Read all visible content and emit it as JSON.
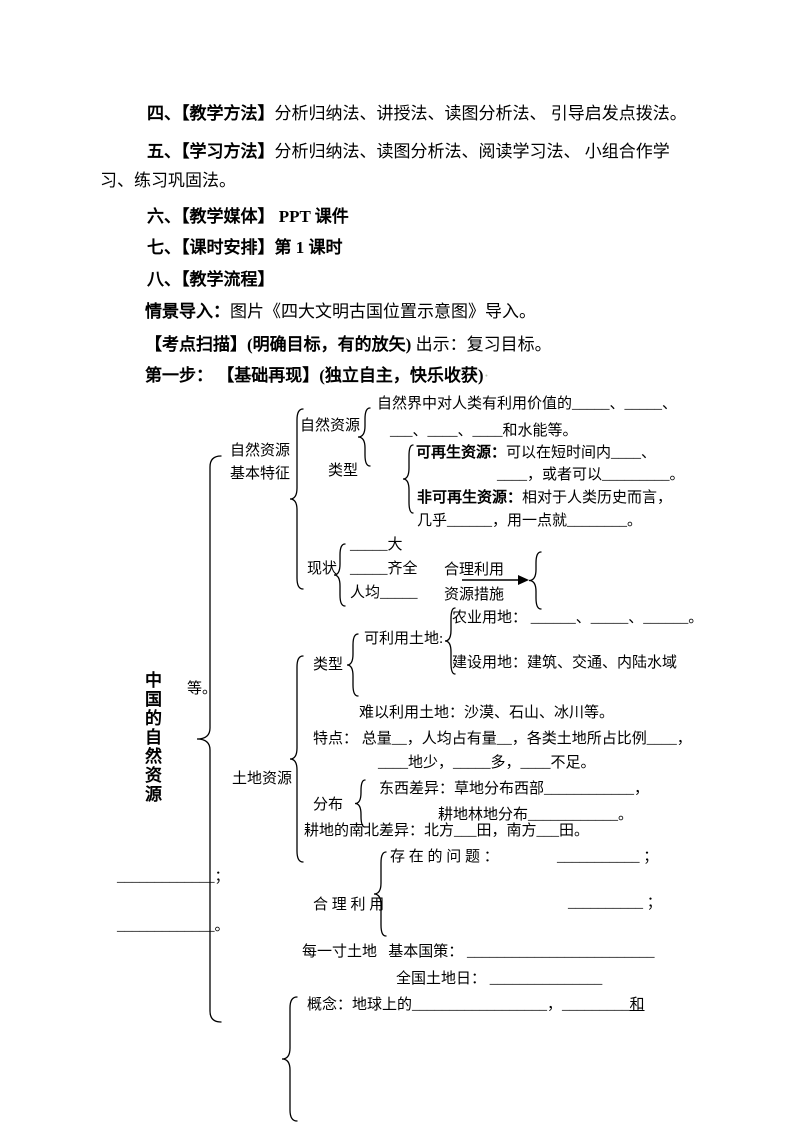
{
  "document": {
    "lines": [
      {
        "bold": "四、【教学方法】",
        "rest": "分析归纳法、讲授法、读图分析法、 引导启发点拨法。"
      },
      {
        "bold": "五、【学习方法】",
        "rest": "分析归纳法、读图分析法、阅读学习法、 小组合作学"
      },
      {
        "bold": "",
        "rest": "习、练习巩固法。"
      },
      {
        "bold": "六、【教学媒体】 PPT 课件",
        "rest": ""
      },
      {
        "bold": "七、【课时安排】第 1 课时",
        "rest": ""
      },
      {
        "bold": "八、【教学流程】",
        "rest": ""
      },
      {
        "bold": "情景导入：",
        "rest": "图片《四大文明古国位置示意图》导入。"
      },
      {
        "bold": "【考点扫描】(明确目标，有的放矢)",
        "rest": " 出示：复习目标。"
      },
      {
        "bold": "第一步： 【基础再现】(独立自主，快乐收获)",
        "rest": ""
      }
    ],
    "step_dot": "·"
  },
  "mindmap": {
    "root_label": "中国的自然资源",
    "etc": "等。",
    "left_blank1": "_____________；",
    "left_blank2": "_____________。",
    "features_label": "自然资源\n基本特征",
    "natres_label": "自然资源",
    "natres_def1": "自然界中对人类有利用价值的_____、_____、",
    "natres_def2": "___、____、____和水能等。",
    "type1_label": "类型",
    "renew_bold": "可再生资源：",
    "renew_text": "可以在短时间内____、",
    "renew_line2": "____，或者可以_________。",
    "nonrenew_bold": "非可再生资源：",
    "nonrenew_text": "相对于人类历史而言，",
    "nonrenew_line2": "几乎______，用一点就________。",
    "status_label": "现状",
    "status_item1": "_____大",
    "status_item2": "_____齐全",
    "status_item3": "人均_____",
    "measure_line1": "合理利用",
    "measure_line2": "资源措施",
    "land_label": "土地资源",
    "type2_label": "类型",
    "usable_label": "可利用土地:",
    "agri_line": "农业用地： ______、_____、______。",
    "constr_line": "建设用地：建筑、交通、内陆水域",
    "hard_line": "难以利用土地：沙漠、石山、冰川等。",
    "traits_line1": "特点： 总量__，人均占有量__，各类土地所占比例____，",
    "traits_line2": "____地少，_____多，____不足。",
    "dist_label": "分布",
    "dist_ew1": "东西差异：草地分布西部____________，",
    "dist_ew2": "耕地林地分布____________。",
    "dist_ns": "耕地的南北差异：北方___田，南方___田。",
    "problems_label": "存 在 的 问 题 ：",
    "problems_blank1": "___________ ；",
    "rational_label": "合 理 利 用",
    "problems_blank2": "__________ ；",
    "inch_policy": "每一寸土地   基本国策： _________________________",
    "land_day": "全国土地日： _______________",
    "concept_line": "概念：地球上的__________________，_________",
    "concept_tail": "和"
  },
  "colors": {
    "text": "#000000",
    "background": "#ffffff"
  }
}
